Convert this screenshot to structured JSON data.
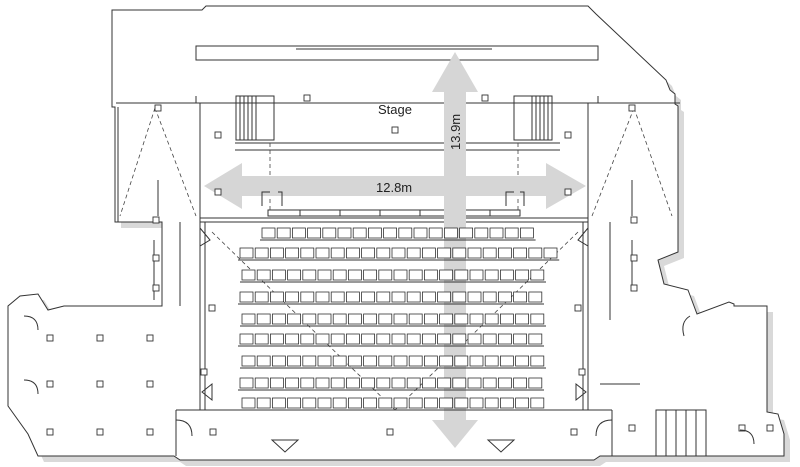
{
  "plan": {
    "stage_label": "Stage",
    "width_label": "12.8m",
    "depth_label": "13.9m"
  },
  "colors": {
    "wall": "#333333",
    "shadow": "#d9d9d9",
    "arrow": "#d6d6d6",
    "seat": "#ffffff"
  }
}
